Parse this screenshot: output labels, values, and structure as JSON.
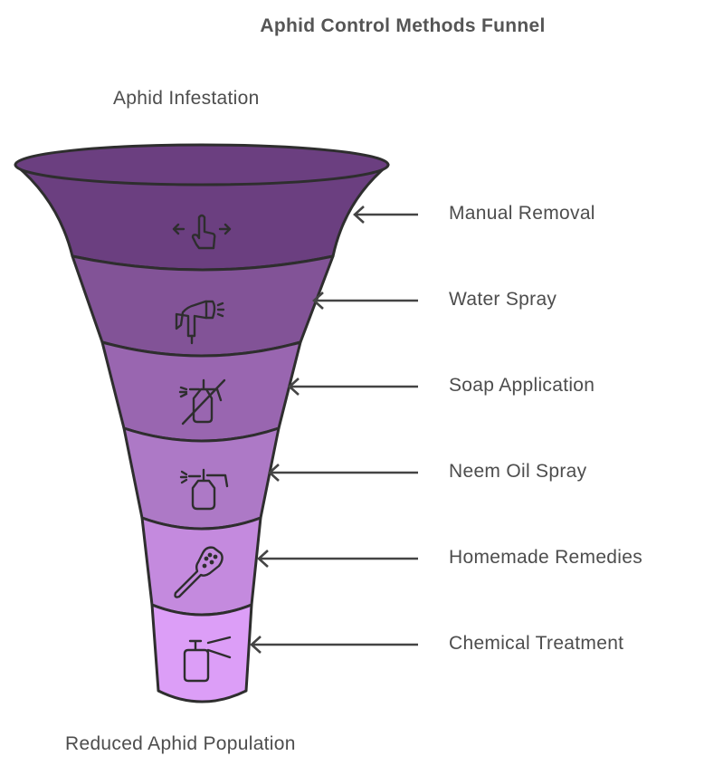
{
  "title": "Aphid Control Methods Funnel",
  "top_label": "Aphid Infestation",
  "bottom_label": "Reduced Aphid Population",
  "stages": [
    {
      "label": "Manual Removal",
      "icon": "swipe-hand-icon",
      "color": "#6b3f80"
    },
    {
      "label": "Water Spray",
      "icon": "hose-nozzle-icon",
      "color": "#825397"
    },
    {
      "label": "Soap Application",
      "icon": "no-spray-bottle-icon",
      "color": "#9966b0"
    },
    {
      "label": "Neem Oil Spray",
      "icon": "spray-bottle-icon",
      "color": "#ad79c6"
    },
    {
      "label": "Homemade Remedies",
      "icon": "sponge-brush-icon",
      "color": "#c48ade"
    },
    {
      "label": "Chemical Treatment",
      "icon": "pump-sprayer-icon",
      "color": "#dc9ef7"
    }
  ]
}
